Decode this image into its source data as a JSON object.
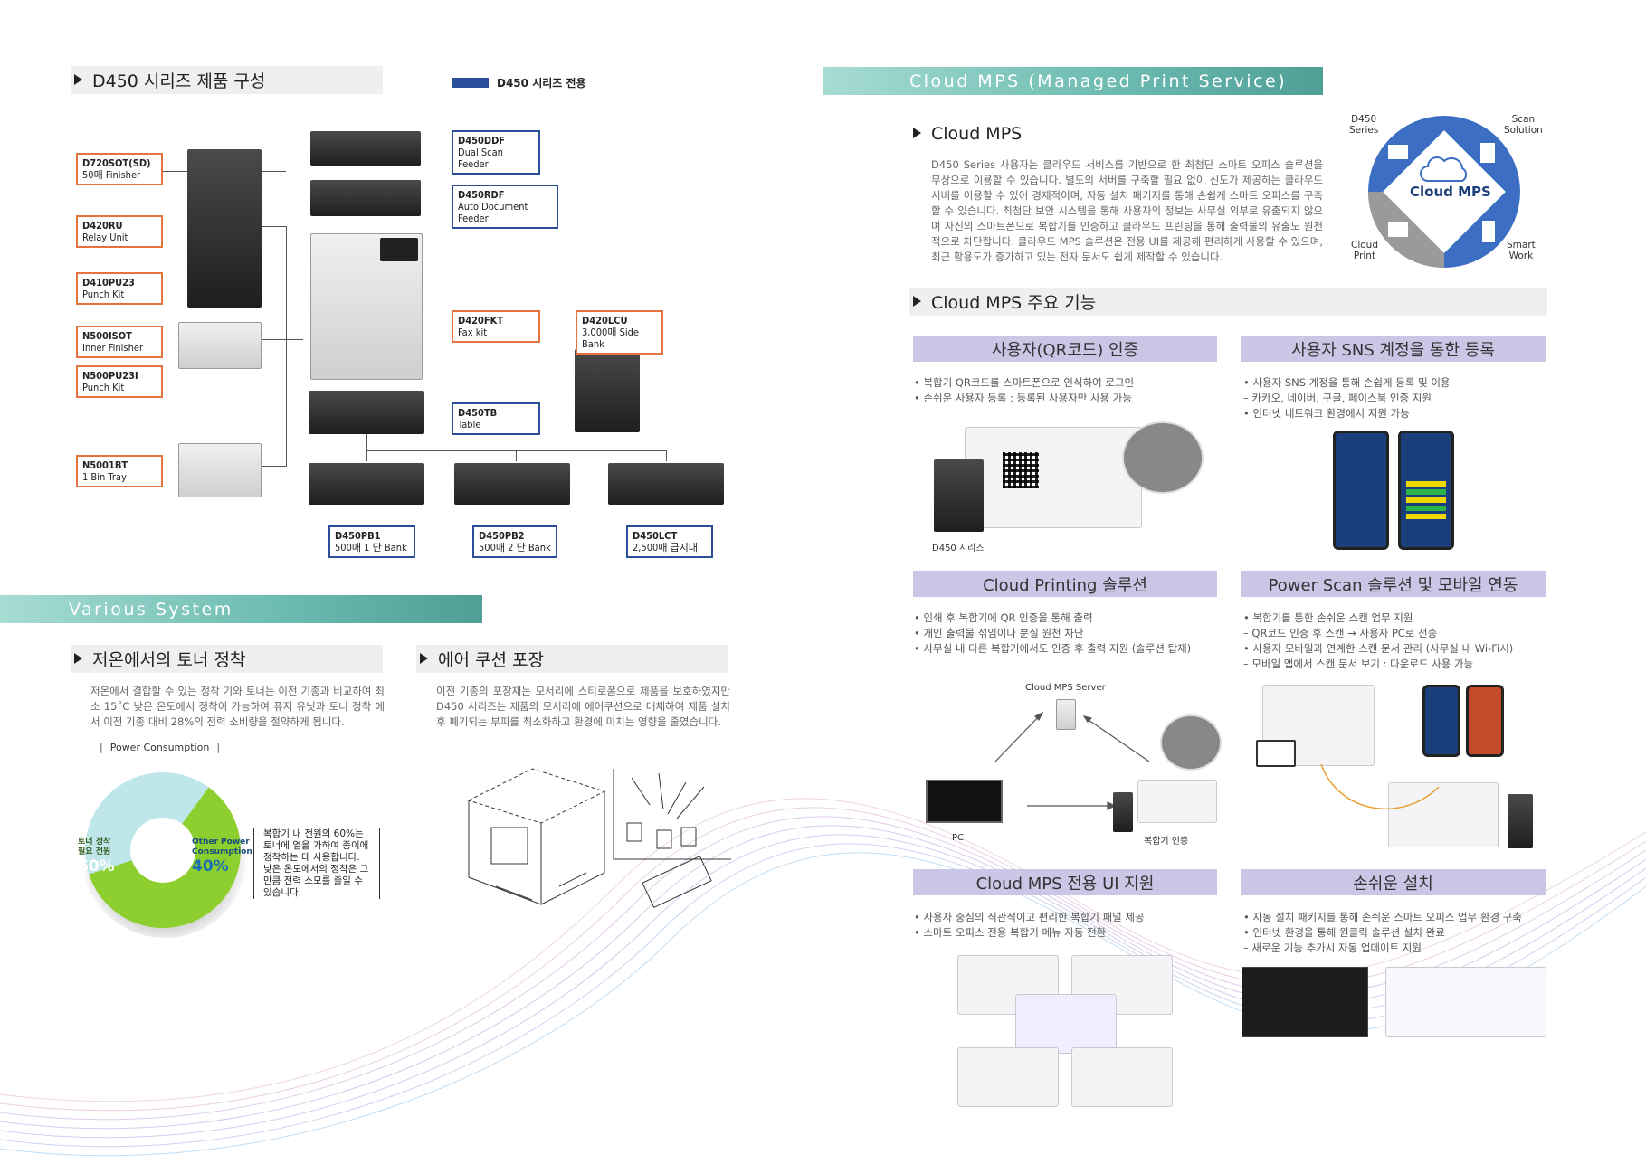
{
  "left": {
    "lineup_header": "D450 시리즈 제품 구성",
    "legend_label": "D450 시리즈 전용",
    "colors": {
      "orange": "#e4743d",
      "blue": "#2a4e9a",
      "teal": "#6fbdb3",
      "lavender": "#c9c6e6"
    },
    "labels": {
      "d720": {
        "code": "D720SOT(SD)",
        "name": "50매 Finisher"
      },
      "d420ru": {
        "code": "D420RU",
        "name": "Relay Unit"
      },
      "d410pu": {
        "code": "D410PU23",
        "name": "Punch Kit"
      },
      "n500isot": {
        "code": "N500ISOT",
        "name": "Inner Finisher"
      },
      "n500pu": {
        "code": "N500PU23I",
        "name": "Punch Kit"
      },
      "n5001bt": {
        "code": "N5001BT",
        "name": "1 Bin Tray"
      },
      "d450ddf": {
        "code": "D450DDF",
        "name": "Dual Scan Feeder"
      },
      "d450rdf": {
        "code": "D450RDF",
        "name": "Auto Document Feeder"
      },
      "d420fkt": {
        "code": "D420FKT",
        "name": "Fax kit"
      },
      "d420lcu": {
        "code": "D420LCU",
        "name": "3,000매 Side Bank"
      },
      "d450tb": {
        "code": "D450TB",
        "name": "Table"
      },
      "d450pb1": {
        "code": "D450PB1",
        "name": "500매 1 단 Bank"
      },
      "d450pb2": {
        "code": "D450PB2",
        "name": "500매 2 단 Bank"
      },
      "d450lct": {
        "code": "D450LCT",
        "name": "2,500매 급지대"
      }
    },
    "various_banner": "Various System",
    "toner_header": "저온에서의 토너 정착",
    "toner_text": "저온에서 결합할 수 있는 정착 기와 토너는 이전 기종과 비교하여 최소 15˚C 낮은 온도에서 정착이 가능하여 퓨저 유닛과 토너 정착 에서 이전 기종 대비 28%의 전력 소비량을 절약하게 됩니다.",
    "power_label": "Power Consumption",
    "donut": {
      "toner_label_1": "토너 정착",
      "toner_label_2": "필요 전원",
      "toner_pct": "60%",
      "other_label_1": "Other Power",
      "other_label_2": "Consumption",
      "other_pct": "40%",
      "toner_value": 60,
      "other_value": 40
    },
    "toner_note": "복합기 내 전원의 60%는 토너에 열을 가하여 종이에 정착하는 데 사용합니다. 낮은 온도에서의 정착은 그만큼 전력 소모를 줄일 수 있습니다.",
    "air_header": "에어 쿠션 포장",
    "air_text": "이전 기종의 포장재는 모서리에 스티로폼으로 제품을 보호하였지만 D450 시리즈는 제품의 모서리에 에어쿠션으로 대체하여 제품 설치 후 폐기되는 부피를 최소화하고 환경에 미치는 영향을 줄였습니다."
  },
  "right": {
    "banner": "Cloud MPS (Managed Print Service)",
    "cloud_header": "Cloud MPS",
    "cloud_text": "D450 Series 사용자는 클라우드 서비스를 기반으로 한 최첨단 스마트 오피스 솔루션을 무상으로 이용할 수 있습니다. 별도의 서버를 구축할 필요 없이 신도가 제공하는 클라우드 서버를 이용할 수 있어 경제적이며, 자동 설치 패키지를 통해 손쉽게 스마트 오피스를 구축할 수 있습니다. 최첨단 보안 시스템을 통해 사용자의 정보는 사무실 외부로 유출되지 않으며 자신의 스마트폰으로 복합기를 인증하고 클라우드 프린팅을 통해 출력물의 유출도 원천적으로 차단합니다. 클라우드 MPS 솔루션은 전용 UI를 제공해 편리하게 사용할 수 있으며, 최근 활용도가 증가하고 있는 전자 문서도 쉽게 제작할 수 있습니다.",
    "diagram": {
      "center": "Cloud MPS",
      "tl_1": "D450",
      "tl_2": "Series",
      "tr_1": "Scan",
      "tr_2": "Solution",
      "bl_1": "Cloud",
      "bl_2": "Print",
      "br_1": "Smart",
      "br_2": "Work"
    },
    "features_header": "Cloud MPS 주요 기능",
    "features": [
      {
        "title": "사용자(QR코드) 인증",
        "bullets": [
          "• 복합기 QR코드를 스마트폰으로 인식하여 로그인",
          "• 손쉬운 사용자 등록 : 등록된 사용자만 사용 가능"
        ],
        "caption": "D450 시리즈"
      },
      {
        "title": "사용자 SNS 계정을 통한 등록",
        "bullets": [
          "• 사용자 SNS 계정을 통해 손쉽게 등록 및 이용",
          "  – 카카오, 네이버, 구글, 페이스북 인증 지원",
          "• 인터넷 네트워크 환경에서 지원 가능"
        ]
      },
      {
        "title": "Cloud Printing 솔루션",
        "bullets": [
          "• 인쇄 후 복합기에 QR 인증을 통해 출력",
          "• 개인 출력물 섞임이나 분실 원천 차단",
          "• 사무실 내 다른 복합기에서도 인증 후 출력 지원 (솔루션 탑재)"
        ],
        "server": "Cloud MPS Server",
        "pc": "PC",
        "mfp": "복합기 인증"
      },
      {
        "title": "Power Scan 솔루션 및 모바일 연동",
        "bullets": [
          "• 복합기를 통한 손쉬운 스캔 업무 지원",
          "  – QR코드 인증 후 스캔 → 사용자 PC로 전송",
          "• 사용자 모바일과 연계한 스캔 문서 관리 (사무실 내 Wi-Fi시)",
          "  – 모바일 앱에서 스캔 문서 보기 : 다운로드 사용 가능"
        ]
      },
      {
        "title": "Cloud MPS 전용 UI 지원",
        "bullets": [
          "• 사용자 중심의 직관적이고 편리한 복합기 패널 제공",
          "• 스마트 오피스 전용 복합기 메뉴 자동 전환"
        ]
      },
      {
        "title": "손쉬운 설치",
        "bullets": [
          "• 자동 설치 패키지를 통해 손쉬운 스마트 오피스 업무 환경 구축",
          "• 인터넷 환경을 통해 원클릭 솔루션 설치 완료",
          "  – 새로운 기능 추가시 자동 업데이트 지원"
        ]
      }
    ]
  }
}
